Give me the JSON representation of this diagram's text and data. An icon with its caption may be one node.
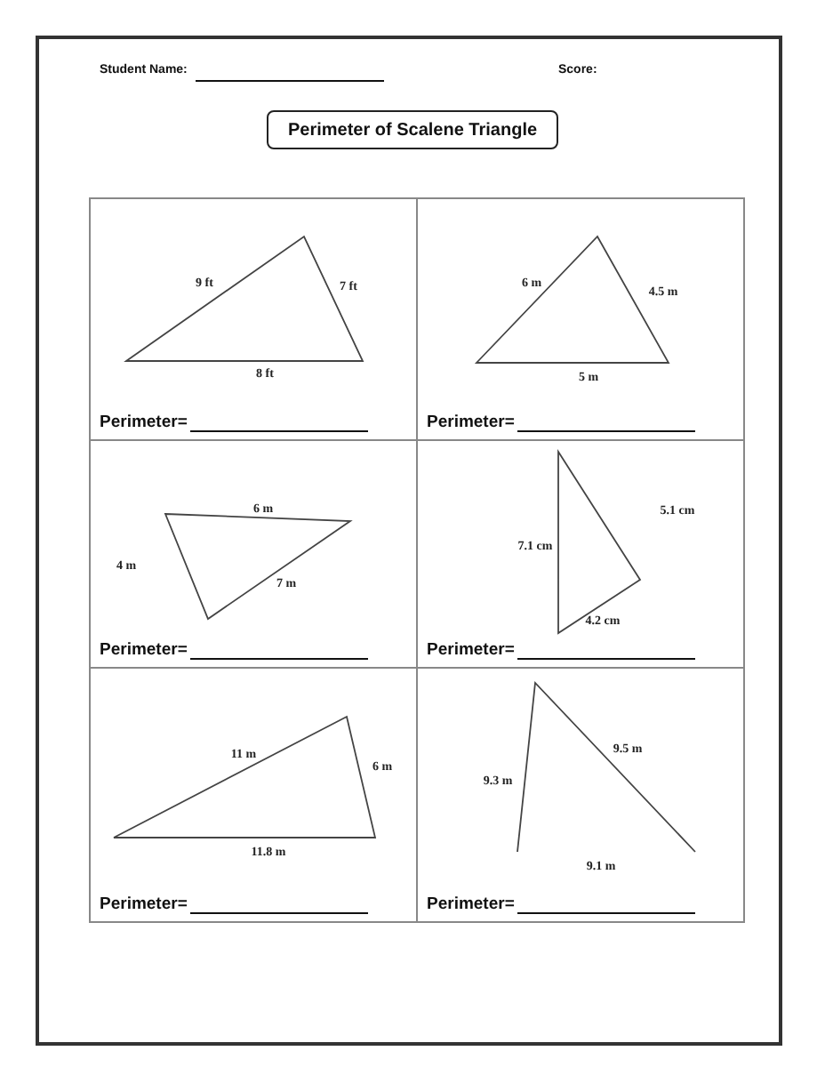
{
  "diagram": {
    "nodes": [
      {
        "text": [
          "Perimeter of Scalene Triangle"
        ]
      },
      {
        "text": [
          "9 ft",
          "7 ft",
          "8 ft",
          "Perimeter="
        ]
      },
      {
        "text": [
          "6 m",
          "4.5 m",
          "5 m",
          "Perimeter="
        ]
      },
      {
        "text": [
          "6 m",
          "4 m",
          "7 m",
          "Perimeter="
        ]
      },
      {
        "text": [
          "7.1 cm",
          "5.1 cm",
          "4.2 cm",
          "Perimeter="
        ]
      },
      {
        "text": [
          "11 m",
          "6 m",
          "11.8 m",
          "Perimeter="
        ]
      },
      {
        "text": [
          "9.3 m",
          "9.5 m",
          "9.1 m",
          "Perimeter="
        ]
      }
    ],
    "labels": [
      "Student Name:",
      "Score:"
    ]
  }
}
